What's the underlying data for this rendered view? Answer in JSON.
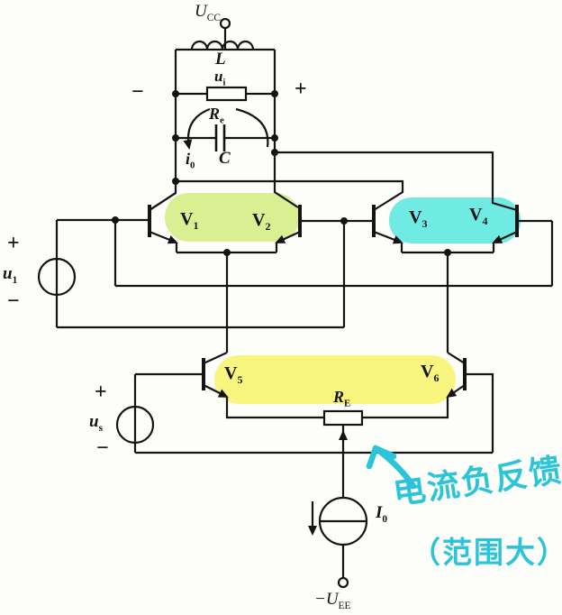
{
  "colors": {
    "ink": "#141414",
    "paper": "#fdfdfa",
    "annotation": "#2bc4d9",
    "highlight_pair12": "#d9ef92",
    "highlight_pair34": "#70ebe3",
    "highlight_pair56": "#f8f67e"
  },
  "supply_top": {
    "label": {
      "base": "U",
      "sub": "CC"
    }
  },
  "tank": {
    "inductor": "L",
    "voltage": {
      "base": "u",
      "sub": "i"
    },
    "minus": "−",
    "plus": "+",
    "resistor": {
      "base": "R",
      "sub": "e"
    },
    "current": {
      "base": "i",
      "sub": "0"
    },
    "capacitor": "C"
  },
  "transistors": {
    "v1": {
      "base": "V",
      "sub": "1"
    },
    "v2": {
      "base": "V",
      "sub": "2"
    },
    "v3": {
      "base": "V",
      "sub": "3"
    },
    "v4": {
      "base": "V",
      "sub": "4"
    },
    "v5": {
      "base": "V",
      "sub": "5"
    },
    "v6": {
      "base": "V",
      "sub": "6"
    }
  },
  "source_u1": {
    "plus": "+",
    "label": {
      "base": "u",
      "sub": "1"
    },
    "minus": "−"
  },
  "source_us": {
    "plus": "+",
    "label": {
      "base": "u",
      "sub": "s"
    },
    "minus": "−"
  },
  "emitter_resistor": {
    "label": {
      "base": "R",
      "sub": "E"
    }
  },
  "current_source": {
    "label": {
      "base": "I",
      "sub": "0"
    }
  },
  "supply_bottom": {
    "label": {
      "base": "−U",
      "sub": "EE"
    }
  },
  "annotation": {
    "line1": "电流负反馈",
    "line2": "（范围大）"
  }
}
